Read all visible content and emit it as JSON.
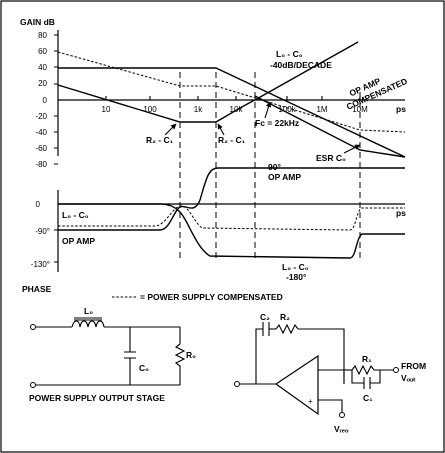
{
  "gain_plot": {
    "y_title": "GAIN dB",
    "y_ticks": [
      "80",
      "60",
      "40",
      "20",
      "0",
      "-20",
      "-40",
      "-60",
      "-80"
    ],
    "x_ticks": [
      "10",
      "100",
      "1k",
      "10k",
      "100k",
      "1M",
      "10M"
    ],
    "x_unit": "ps",
    "annotations": {
      "lc_slope": "L₀ - C₀",
      "lc_slope_2": "-40dB/DECADE",
      "opamp_comp_1": "OP AMP",
      "opamp_comp_2": "COMPENSATED",
      "r2c1_left": "R₂ - C₁",
      "r2c1_right": "R₂ - C₁",
      "fc": "Fc = 22kHz",
      "esr": "ESR C₀"
    }
  },
  "phase_plot": {
    "y_title": "PHASE",
    "y_ticks": [
      "0",
      "-90°",
      "-130°"
    ],
    "x_unit": "ps",
    "annotations": {
      "opamp_90": "90°",
      "opamp_90_2": "OP AMP",
      "lc_left": "L₀ - C₀",
      "opamp_left": "OP AMP",
      "lc_bottom": "L₀ - C₀",
      "lc_bottom_2": "-180°"
    }
  },
  "legend": {
    "dashed": "= POWER SUPPLY COMPENSATED"
  },
  "schematic_left": {
    "title": "POWER SUPPLY OUTPUT STAGE",
    "inductor": "L₀",
    "capacitor": "C₀",
    "resistor": "R₀"
  },
  "schematic_right": {
    "c2": "C₂",
    "r2": "R₂",
    "r1": "R₁",
    "c1": "C₁",
    "from_1": "FROM",
    "from_2": "Vₒᵤₜ",
    "vref": "Vᵣₑₒ",
    "plus": "+"
  }
}
